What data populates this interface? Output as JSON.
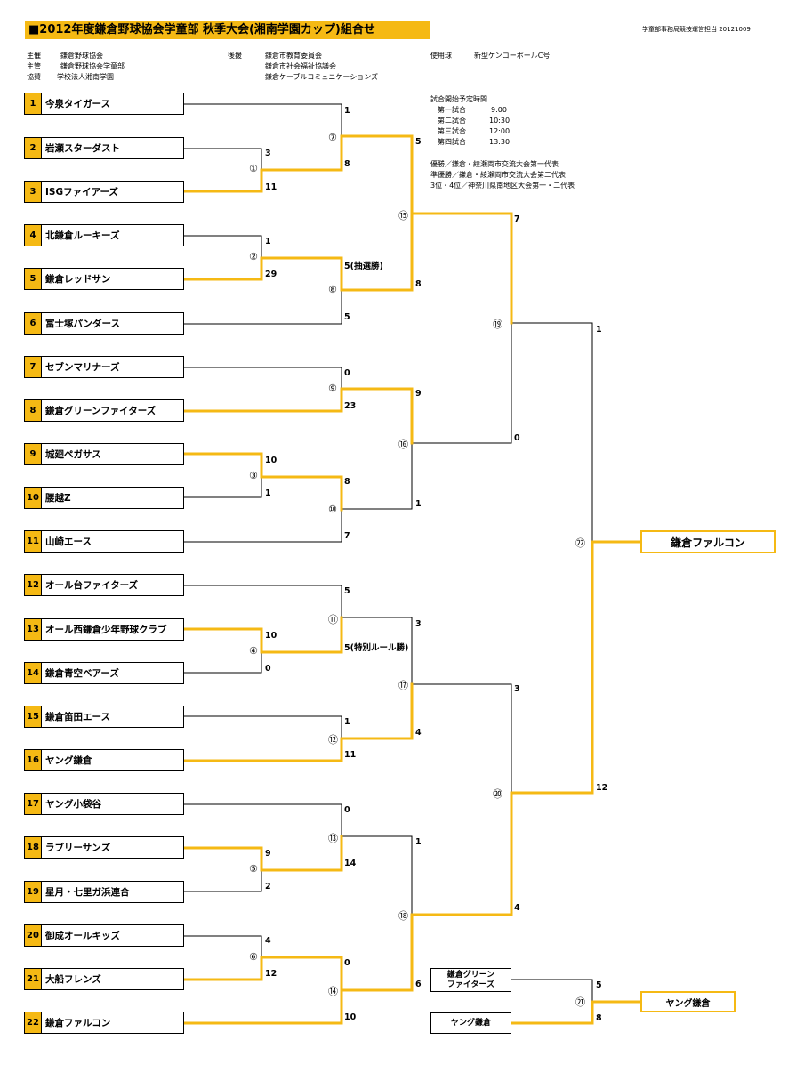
{
  "header": {
    "title": "■2012年度鎌倉野球協会学童部 秋季大会(湘南学園カップ)組合せ",
    "right_note": "学童部事務局競技運営担当 20121009"
  },
  "info": {
    "host_label": "主催",
    "host_value": "鎌倉野球協会",
    "org_label": "主管",
    "org_value": "鎌倉野球協会学童部",
    "coop_label": "協賛",
    "coop_value": "学校法人湘南学園",
    "support_label": "後援",
    "support_values": [
      "鎌倉市教育委員会",
      "鎌倉市社会福祉協議会",
      "鎌倉ケーブルコミュニケーションズ"
    ],
    "ball_label": "使用球",
    "ball_value": "新型ケンコーボールC号"
  },
  "schedule": {
    "heading": "試合開始予定時間",
    "rows": [
      {
        "name": "第一試合",
        "time": "9:00"
      },
      {
        "name": "第二試合",
        "time": "10:30"
      },
      {
        "name": "第三試合",
        "time": "12:00"
      },
      {
        "name": "第四試合",
        "time": "13:30"
      }
    ],
    "notes": [
      "優勝／鎌倉・綾瀬両市交流大会第一代表",
      "準優勝／鎌倉・綾瀬両市交流大会第二代表",
      "3位・4位／神奈川県南地区大会第一・二代表"
    ]
  },
  "teams": [
    {
      "no": "1",
      "name": "今泉タイガース"
    },
    {
      "no": "2",
      "name": "岩瀬スターダスト"
    },
    {
      "no": "3",
      "name": "ISGファイアーズ"
    },
    {
      "no": "4",
      "name": "北鎌倉ルーキーズ"
    },
    {
      "no": "5",
      "name": "鎌倉レッドサン"
    },
    {
      "no": "6",
      "name": "富士塚パンダース"
    },
    {
      "no": "7",
      "name": "セブンマリナーズ"
    },
    {
      "no": "8",
      "name": "鎌倉グリーンファイターズ"
    },
    {
      "no": "9",
      "name": "城廻ペガサス"
    },
    {
      "no": "10",
      "name": "腰越Z"
    },
    {
      "no": "11",
      "name": "山崎エース"
    },
    {
      "no": "12",
      "name": "オール台ファイターズ"
    },
    {
      "no": "13",
      "name": "オール西鎌倉少年野球クラブ"
    },
    {
      "no": "14",
      "name": "鎌倉青空ベアーズ"
    },
    {
      "no": "15",
      "name": "鎌倉笛田エース"
    },
    {
      "no": "16",
      "name": "ヤング鎌倉"
    },
    {
      "no": "17",
      "name": "ヤング小袋谷"
    },
    {
      "no": "18",
      "name": "ラブリーサンズ"
    },
    {
      "no": "19",
      "name": "星月・七里ガ浜連合"
    },
    {
      "no": "20",
      "name": "御成オールキッズ"
    },
    {
      "no": "21",
      "name": "大船フレンズ"
    },
    {
      "no": "22",
      "name": "鎌倉ファルコン"
    }
  ],
  "games": [
    "①",
    "②",
    "③",
    "④",
    "⑤",
    "⑥",
    "⑦",
    "⑧",
    "⑨",
    "⑩",
    "⑪",
    "⑫",
    "⑬",
    "⑭",
    "⑮",
    "⑯",
    "⑰",
    "⑱",
    "⑲",
    "⑳",
    "㉑",
    "㉒"
  ],
  "scores": {
    "g1a": "3",
    "g1b": "11",
    "g2a": "1",
    "g2b": "29",
    "g3a": "10",
    "g3b": "1",
    "g4a": "10",
    "g4b": "0",
    "g5a": "9",
    "g5b": "2",
    "g6a": "4",
    "g6b": "12",
    "g7a": "1",
    "g7b": "8",
    "g8a": "5(抽選勝)",
    "g8b": "5",
    "g9a": "0",
    "g9b": "23",
    "g10a": "8",
    "g10b": "7",
    "g11a": "5",
    "g11b": "5(特別ルール勝)",
    "g12a": "1",
    "g12b": "11",
    "g13a": "0",
    "g13b": "14",
    "g14a": "0",
    "g14b": "10",
    "g15a": "5",
    "g15b": "8",
    "g16a": "9",
    "g16b": "1",
    "g17a": "3",
    "g17b": "4",
    "g18a": "1",
    "g18b": "6",
    "g19a": "7",
    "g19b": "0",
    "g20a": "3",
    "g20b": "4",
    "g21a": "5",
    "g21b": "8",
    "g22a": "1",
    "g22b": "12"
  },
  "champion": "鎌倉ファルコン",
  "third_place": {
    "team_a": "鎌倉グリーン\nファイターズ",
    "team_a_line1": "鎌倉グリーン",
    "team_a_line2": "ファイターズ",
    "team_b": "ヤング鎌倉",
    "winner": "ヤング鎌倉"
  },
  "colors": {
    "accent": "#f5b914",
    "line": "#000000"
  }
}
